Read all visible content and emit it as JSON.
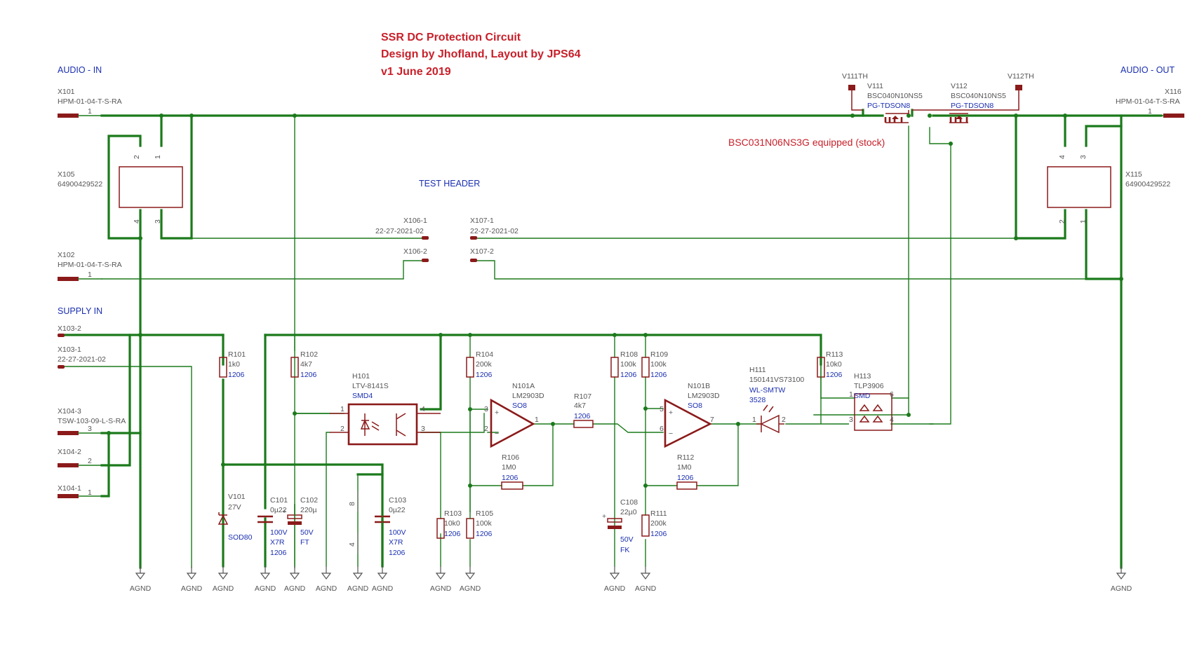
{
  "title": {
    "line1": "SSR DC Protection Circuit",
    "line2": "Design by Jhofland, Layout by JPS64",
    "line3": "v1  June 2019"
  },
  "headings": {
    "audio_in": "AUDIO - IN",
    "audio_out": "AUDIO - OUT",
    "supply_in": "SUPPLY IN",
    "test_header": "TEST HEADER"
  },
  "note": "BSC031N06NS3G equipped (stock)",
  "connectors": {
    "x101": {
      "ref": "X101",
      "value": "HPM-01-04-T-S-RA",
      "pin": "1"
    },
    "x102": {
      "ref": "X102",
      "value": "HPM-01-04-T-S-RA",
      "pin": "1"
    },
    "x116": {
      "ref": "X116",
      "value": "HPM-01-04-T-S-RA",
      "pin": "1"
    },
    "x103_2": {
      "ref": "X103-2"
    },
    "x103_1": {
      "ref": "X103-1",
      "value": "22-27-2021-02"
    },
    "x104_3": {
      "ref": "X104-3",
      "value": "TSW-103-09-L-S-RA",
      "pin": "3"
    },
    "x104_2": {
      "ref": "X104-2",
      "pin": "2"
    },
    "x104_1": {
      "ref": "X104-1",
      "pin": "1"
    },
    "x105": {
      "ref": "X105",
      "value": "64900429522",
      "pins": [
        "2",
        "1",
        "4",
        "3"
      ]
    },
    "x115": {
      "ref": "X115",
      "value": "64900429522",
      "pins": [
        "4",
        "3",
        "2",
        "1"
      ]
    },
    "x106_1": {
      "ref": "X106-1",
      "value": "22-27-2021-02"
    },
    "x106_2": {
      "ref": "X106-2"
    },
    "x107_1": {
      "ref": "X107-1",
      "value": "22-27-2021-02"
    },
    "x107_2": {
      "ref": "X107-2"
    },
    "v111th": {
      "ref": "V111TH"
    },
    "v112th": {
      "ref": "V112TH"
    }
  },
  "mosfets": {
    "v111": {
      "ref": "V111",
      "value": "BSC040N10NS5",
      "package": "PG-TDSON8"
    },
    "v112": {
      "ref": "V112",
      "value": "BSC040N10NS5",
      "package": "PG-TDSON8"
    }
  },
  "components": {
    "r101": {
      "ref": "R101",
      "value": "1k0",
      "package": "1206"
    },
    "r102": {
      "ref": "R102",
      "value": "4k7",
      "package": "1206"
    },
    "r103": {
      "ref": "R103",
      "value": "10k0",
      "package": "1206"
    },
    "r104": {
      "ref": "R104",
      "value": "200k",
      "package": "1206"
    },
    "r105": {
      "ref": "R105",
      "value": "100k",
      "package": "1206"
    },
    "r106": {
      "ref": "R106",
      "value": "1M0",
      "package": "1206"
    },
    "r107": {
      "ref": "R107",
      "value": "4k7",
      "package": "1206"
    },
    "r108": {
      "ref": "R108",
      "value": "100k",
      "package": "1206"
    },
    "r109": {
      "ref": "R109",
      "value": "100k",
      "package": "1206"
    },
    "r111": {
      "ref": "R111",
      "value": "200k",
      "package": "1206"
    },
    "r112": {
      "ref": "R112",
      "value": "1M0",
      "package": "1206"
    },
    "r113": {
      "ref": "R113",
      "value": "10k0",
      "package": "1206"
    },
    "v101": {
      "ref": "V101",
      "value": "27V",
      "package": "SOD80"
    },
    "c101": {
      "ref": "C101",
      "value": "0µ22",
      "voltage": "100V",
      "dielectric": "X7R",
      "package": "1206"
    },
    "c102": {
      "ref": "C102",
      "value": "220µ",
      "voltage": "50V",
      "type": "FT"
    },
    "c103": {
      "ref": "C103",
      "value": "0µ22",
      "voltage": "100V",
      "dielectric": "X7R",
      "package": "1206"
    },
    "c108": {
      "ref": "C108",
      "value": "22µ0",
      "voltage": "50V",
      "type": "FK"
    },
    "h101": {
      "ref": "H101",
      "value": "LTV-8141S",
      "package": "SMD4",
      "pins": [
        "1",
        "2",
        "3",
        "4"
      ]
    },
    "n101a": {
      "ref": "N101A",
      "value": "LM2903D",
      "package": "SO8",
      "pins": [
        "3",
        "2",
        "1"
      ]
    },
    "n101b": {
      "ref": "N101B",
      "value": "LM2903D",
      "package": "SO8",
      "pins": [
        "5",
        "6",
        "7"
      ]
    },
    "h111": {
      "ref": "H111",
      "value": "150141VS73100",
      "package1": "WL-SMTW",
      "package2": "3528",
      "pins": [
        "1",
        "2"
      ]
    },
    "h113": {
      "ref": "H113",
      "value": "TLP3906",
      "package": "SMD",
      "pins": [
        "1",
        "6",
        "3",
        "4"
      ]
    },
    "h_test": {
      "pins": [
        "8",
        "4"
      ]
    }
  },
  "ground_label": "AGND",
  "colors": {
    "wire": "#1b7a1b",
    "symbol": "#8b1a1a",
    "title": "#c8202a",
    "net_label": "#1a2fb0",
    "ref_text": "#555555"
  }
}
